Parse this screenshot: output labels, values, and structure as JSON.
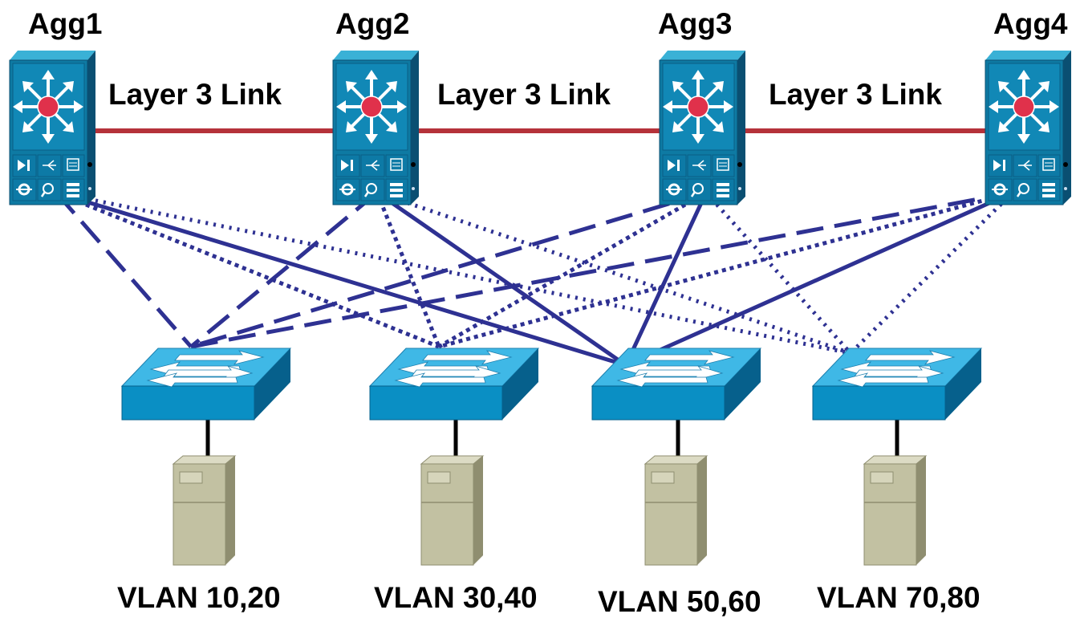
{
  "aggregation_switches": [
    {
      "label": "Agg1"
    },
    {
      "label": "Agg2"
    },
    {
      "label": "Agg3"
    },
    {
      "label": "Agg4"
    }
  ],
  "layer3_links": [
    {
      "label": "Layer 3 Link",
      "from": "Agg1",
      "to": "Agg2"
    },
    {
      "label": "Layer 3 Link",
      "from": "Agg2",
      "to": "Agg3"
    },
    {
      "label": "Layer 3 Link",
      "from": "Agg3",
      "to": "Agg4"
    }
  ],
  "access_switches": [
    {
      "vlan_label": "VLAN 10,20"
    },
    {
      "vlan_label": "VLAN 30,40"
    },
    {
      "vlan_label": "VLAN 50,60"
    },
    {
      "vlan_label": "VLAN 70,80"
    }
  ],
  "uplinks": [
    {
      "agg": 1,
      "access": 3,
      "style": "solid"
    },
    {
      "agg": 2,
      "access": 3,
      "style": "solid"
    },
    {
      "agg": 3,
      "access": 3,
      "style": "solid"
    },
    {
      "agg": 4,
      "access": 3,
      "style": "solid"
    },
    {
      "agg": 1,
      "access": 1,
      "style": "dashed"
    },
    {
      "agg": 2,
      "access": 1,
      "style": "dashed"
    },
    {
      "agg": 3,
      "access": 1,
      "style": "dashed"
    },
    {
      "agg": 4,
      "access": 1,
      "style": "dashed"
    },
    {
      "agg": 1,
      "access": 2,
      "style": "dense-dotted"
    },
    {
      "agg": 2,
      "access": 2,
      "style": "dense-dotted"
    },
    {
      "agg": 3,
      "access": 2,
      "style": "dense-dotted"
    },
    {
      "agg": 4,
      "access": 2,
      "style": "dense-dotted"
    },
    {
      "agg": 1,
      "access": 4,
      "style": "dotted"
    },
    {
      "agg": 2,
      "access": 4,
      "style": "dotted"
    },
    {
      "agg": 3,
      "access": 4,
      "style": "dotted"
    },
    {
      "agg": 4,
      "access": 4,
      "style": "dotted"
    }
  ],
  "colors": {
    "l3_link": "#b5323a",
    "uplink": "#2e3192",
    "multilayer_front": "#0e7aa3",
    "multilayer_side": "#0a4f72",
    "multilayer_top": "#3ab1d6",
    "access_front": "#0a8fc4",
    "access_top": "#3fb8e6",
    "access_side": "#06608c",
    "server_front": "#c2c1a2",
    "server_side": "#8f8e70",
    "server_top": "#dcdbc4",
    "router_dot": "#e0314b"
  }
}
